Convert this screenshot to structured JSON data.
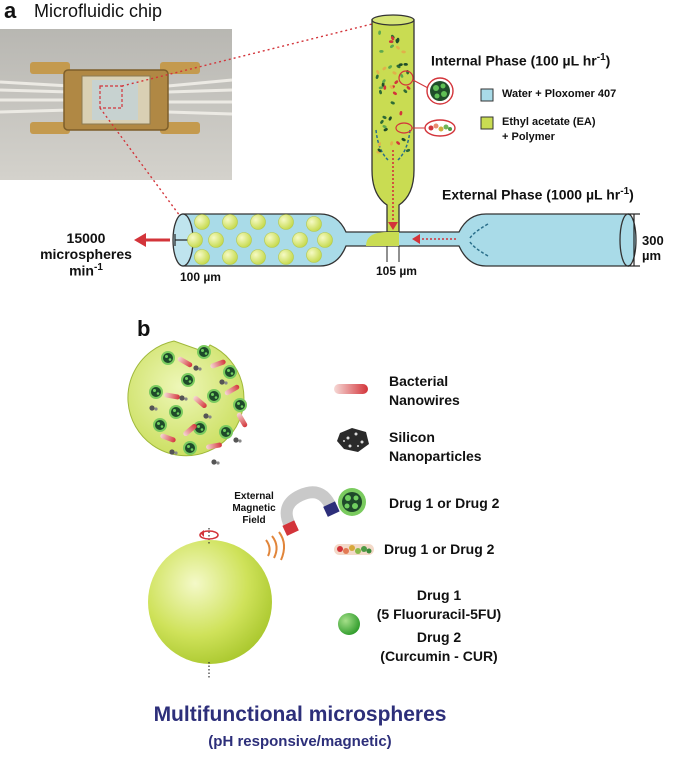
{
  "panel_a": {
    "label": "a",
    "chip_title": "Microfluidic chip",
    "internal_phase": "Internal Phase (100 µL hr",
    "internal_phase_sup": "-1",
    "internal_phase_close": ")",
    "external_phase": "External Phase (1000 µL hr",
    "external_phase_sup": "-1",
    "external_phase_close": ")",
    "legend_water": "Water + Ploxomer 407",
    "legend_ea_1": "Ethyl acetate (EA)",
    "legend_ea_2": "+ Polymer",
    "dim_300": "300 µm",
    "dim_105": "105 µm",
    "dim_100": "100 µm",
    "output_1": "15000",
    "output_2": "microspheres",
    "output_3": "min",
    "output_sup": "-1"
  },
  "panel_b": {
    "label": "b",
    "legend": [
      {
        "line1": "Bacterial",
        "line2": "Nanowires"
      },
      {
        "line1": "Silicon",
        "line2": "Nanoparticles"
      },
      {
        "line1": "Drug 1 or Drug 2",
        "line2": ""
      },
      {
        "line1": "Drug 1 or Drug 2",
        "line2": ""
      }
    ],
    "drug1": "Drug 1",
    "drug1_name": "(5 Fluoruracil-5FU)",
    "drug2": "Drug 2",
    "drug2_name": "(Curcumin - CUR)",
    "magnet_label_1": "External",
    "magnet_label_2": "Magnetic",
    "magnet_label_3": "Field",
    "title": "Multifunctional microspheres",
    "subtitle": "(pH responsive/magnetic)"
  },
  "colors": {
    "water_blue": "#a9dbe8",
    "ea_green": "#c8da4a",
    "title_navy": "#2d2f7a",
    "arrow_red": "#d3343a"
  }
}
